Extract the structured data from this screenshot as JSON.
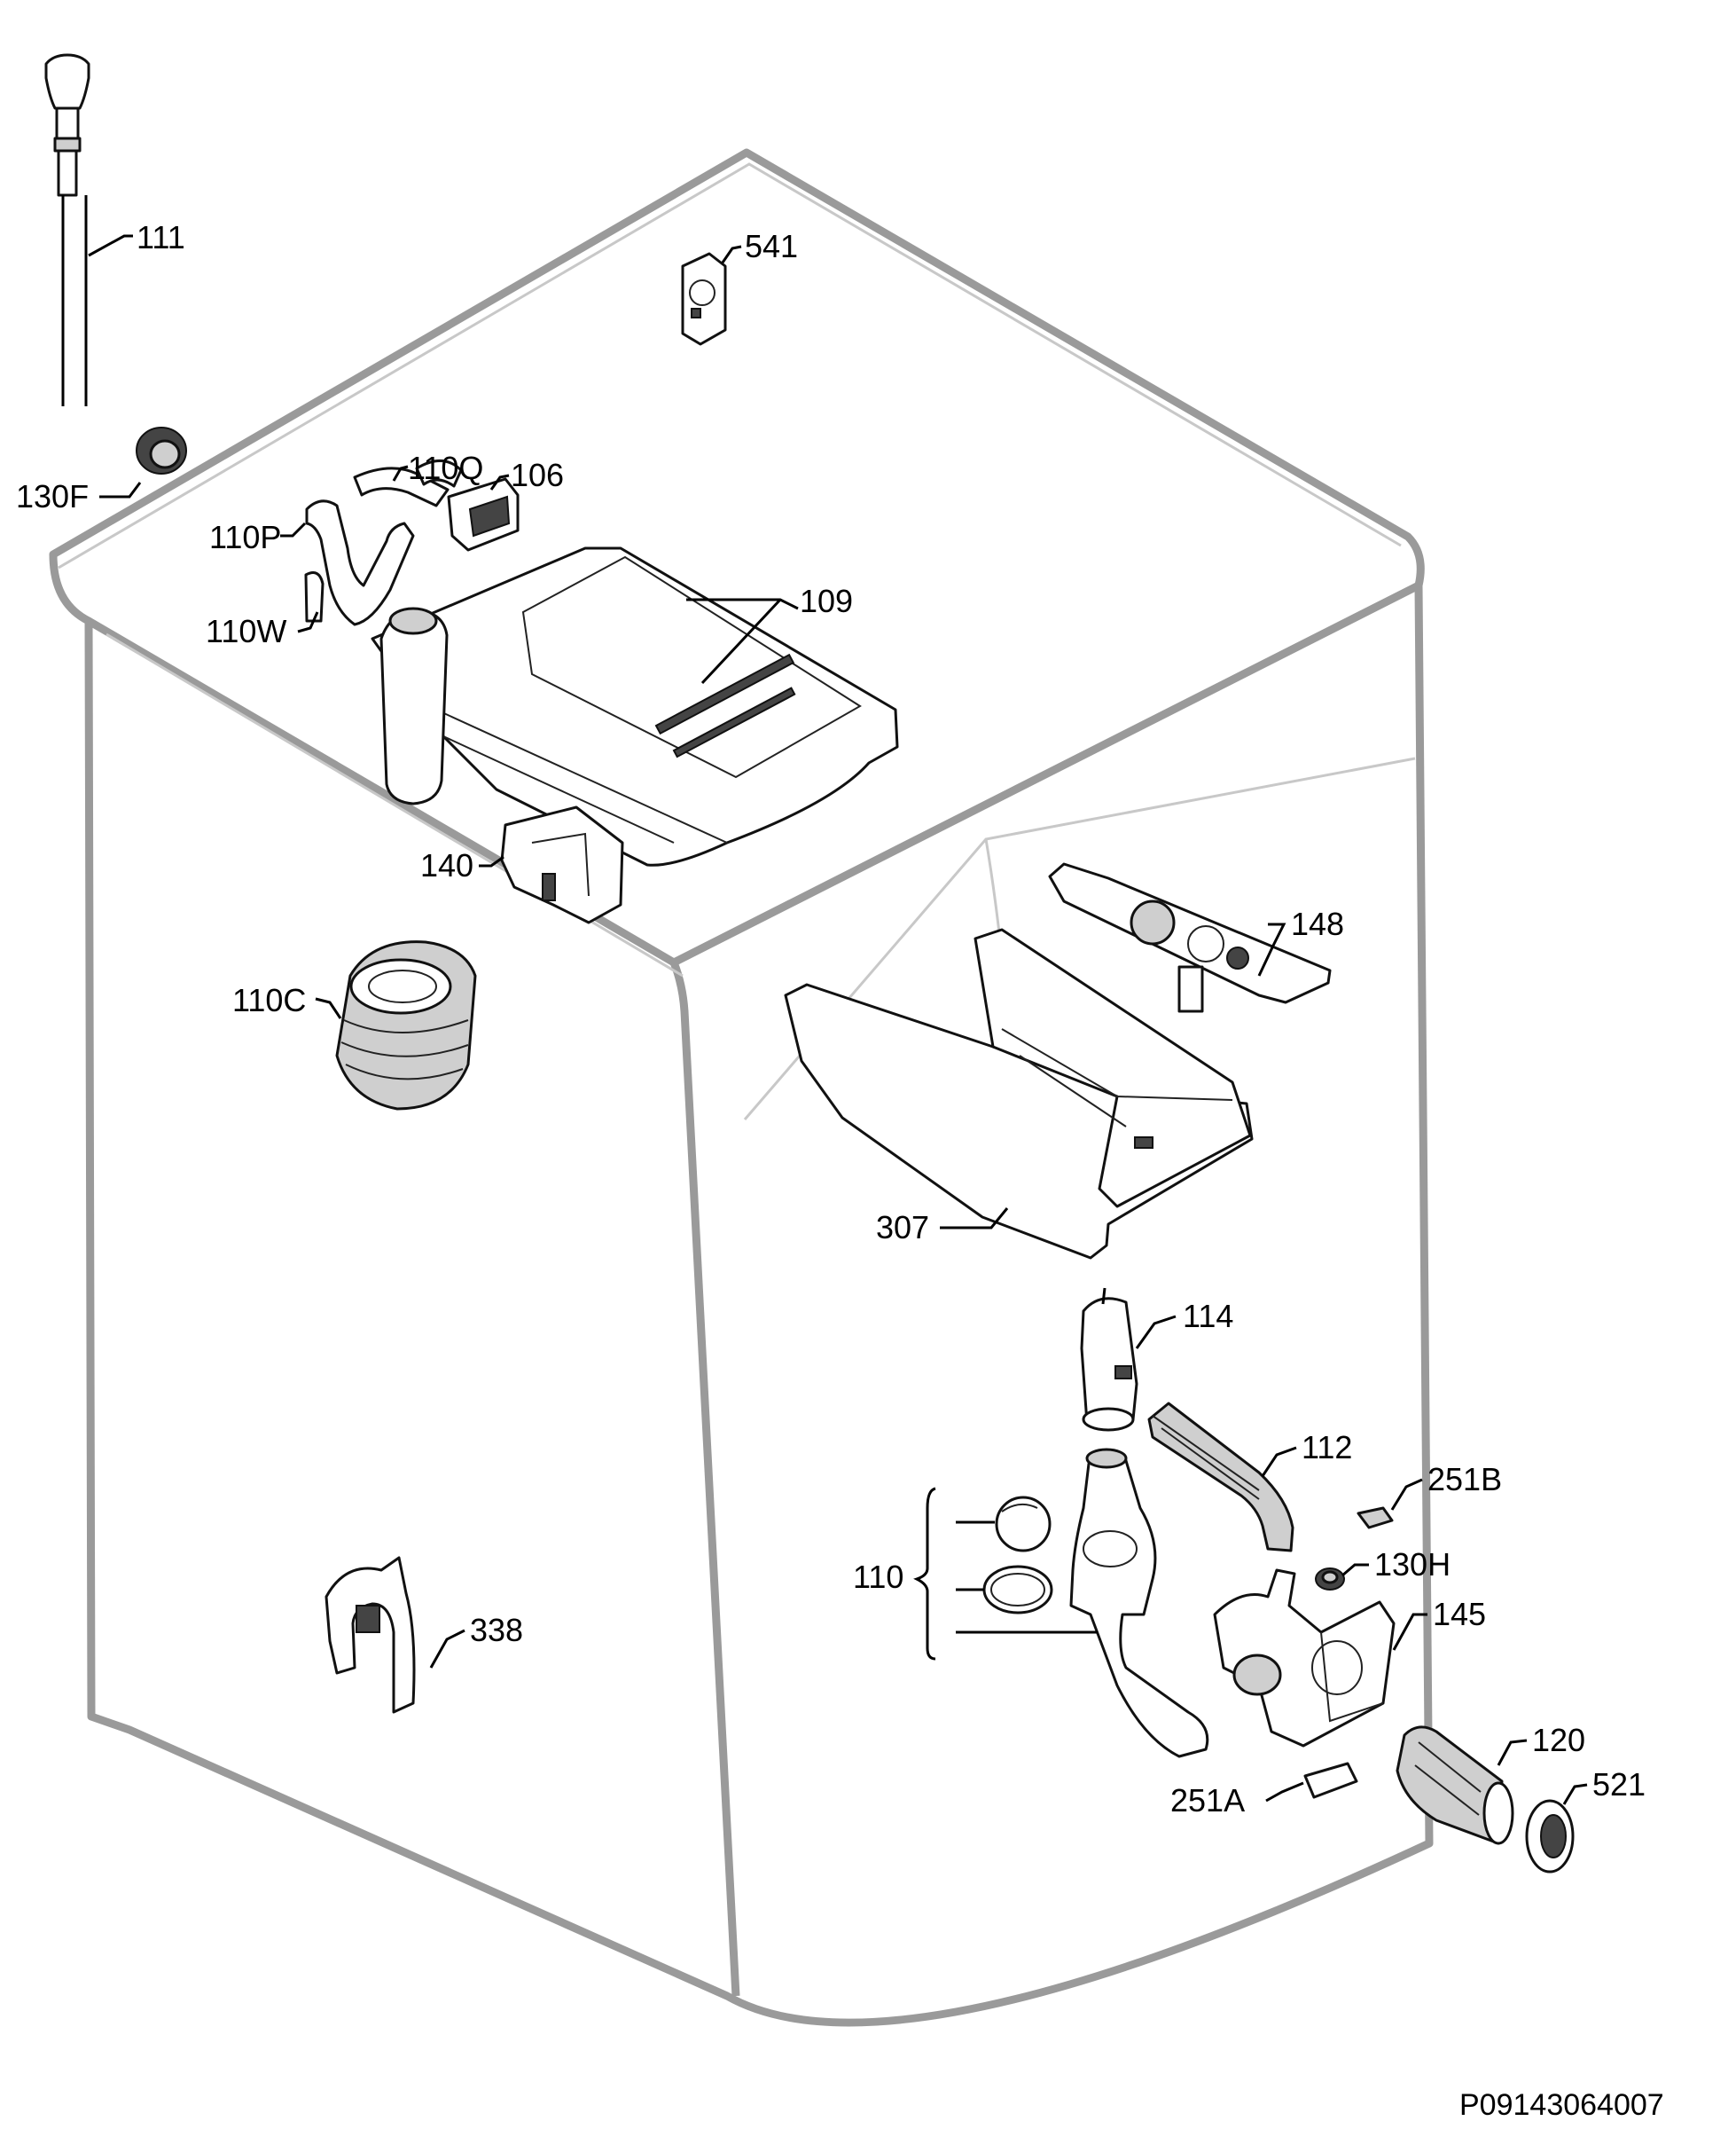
{
  "document_id": "P09143064007",
  "callouts": [
    {
      "key": "c111",
      "text": "111"
    },
    {
      "key": "c541",
      "text": "541"
    },
    {
      "key": "c130F",
      "text": "130F"
    },
    {
      "key": "c110Q",
      "text": "110Q"
    },
    {
      "key": "c106",
      "text": "106"
    },
    {
      "key": "c110P",
      "text": "110P"
    },
    {
      "key": "c110W",
      "text": "110W"
    },
    {
      "key": "c109",
      "text": "109"
    },
    {
      "key": "c140",
      "text": "140"
    },
    {
      "key": "c148",
      "text": "148"
    },
    {
      "key": "c110C",
      "text": "110C"
    },
    {
      "key": "c307",
      "text": "307"
    },
    {
      "key": "c114",
      "text": "114"
    },
    {
      "key": "c112",
      "text": "112"
    },
    {
      "key": "c251B",
      "text": "251B"
    },
    {
      "key": "c110",
      "text": "110"
    },
    {
      "key": "c130H",
      "text": "130H"
    },
    {
      "key": "c145",
      "text": "145"
    },
    {
      "key": "c338",
      "text": "338"
    },
    {
      "key": "c120",
      "text": "120"
    },
    {
      "key": "c251A",
      "text": "251A"
    },
    {
      "key": "c521",
      "text": "521"
    }
  ]
}
